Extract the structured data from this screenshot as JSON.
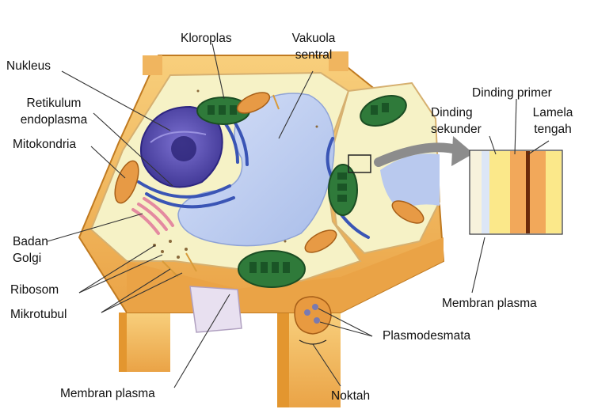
{
  "labels": {
    "nukleus": "Nukleus",
    "retikulum_1": "Retikulum",
    "retikulum_2": "endoplasma",
    "mitokondria": "Mitokondria",
    "badan_golgi_1": "Badan",
    "badan_golgi_2": "Golgi",
    "ribosom": "Ribosom",
    "mikrotubul": "Mikrotubul",
    "membran_plasma_bottom": "Membran plasma",
    "kloroplas": "Kloroplas",
    "vakuola_1": "Vakuola",
    "vakuola_2": "sentral",
    "dinding_primer": "Dinding primer",
    "dinding_sekunder_1": "Dinding",
    "dinding_sekunder_2": "sekunder",
    "lamela_1": "Lamela",
    "lamela_2": "tengah",
    "membran_plasma_right": "Membran plasma",
    "plasmodesmata": "Plasmodesmata",
    "noktah": "Noktah"
  },
  "colors": {
    "cell_wall": "#f3b55a",
    "cell_wall_dark": "#d98a2a",
    "cytoplasm": "#f6f2c6",
    "vacuole": "#b9c9ee",
    "nucleus": "#5a4fb0",
    "chloroplast": "#2f7a3a",
    "mitochondria": "#e79a45",
    "golgi": "#e48aa0",
    "er": "#3a55b5"
  }
}
